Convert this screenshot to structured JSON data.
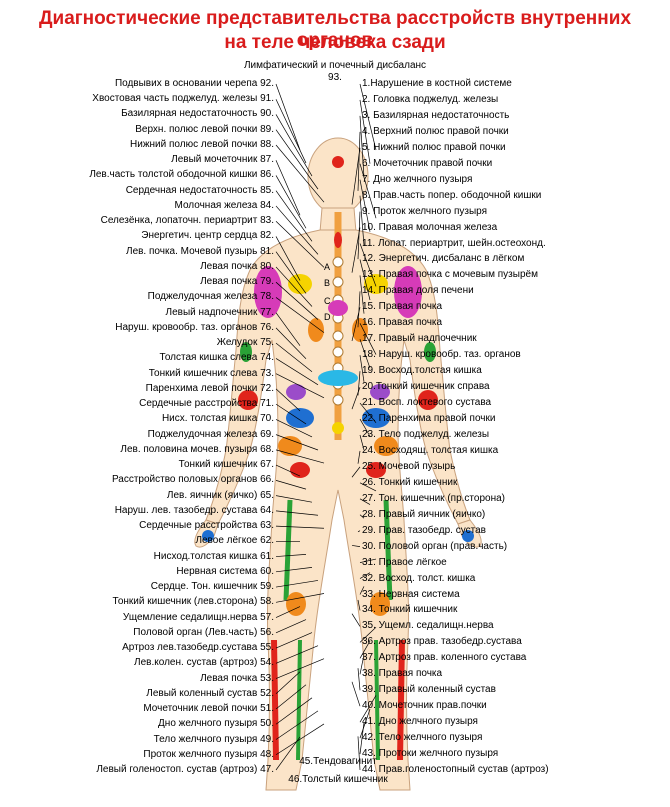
{
  "title": {
    "line1": "Диагностические представительства расстройств внутренних органов",
    "line2": "на теле человека сзади"
  },
  "top": {
    "line1": "Лимфатический и почечный дисбаланс",
    "line2": "93."
  },
  "spine_letters": [
    "А",
    "В",
    "С",
    "D"
  ],
  "colors": {
    "title": "#d91c1c",
    "skin": "#fbe4c8",
    "red": "#e0241b",
    "green": "#2aa236",
    "blue": "#1f6fd1",
    "magenta": "#d63bb8",
    "yellow": "#f5d300",
    "orange": "#f08a1c",
    "cyan": "#2ab8e6",
    "purple": "#9b4cc9"
  },
  "left_labels": [
    "Подвывих в основании черепа 92.",
    "Хвостовая часть поджелуд. железы 91.",
    "Базилярная недостаточность 90.",
    "Верхн. полюс левой почки 89.",
    "Нижний полюс левой почки 88.",
    "Левый мочеточник 87.",
    "Лев.часть толстой ободочной кишки 86.",
    "Сердечная недостаточность 85.",
    "Молочная железа 84.",
    "Селезёнка, лопаточн. периартрит 83.",
    "Энергетич. центр сердца 82.",
    "Лев. почка. Мочевой пузырь 81.",
    "Левая почка 80.",
    "Левая почка 79.",
    "Поджелудочная железа 78.",
    "Левый надпочечник 77.",
    "Наруш. кровообр. таз. органов 76.",
    "Желудок 75.",
    "Толстая кишка слева 74.",
    "Тонкий кишечник слева 73.",
    "Паренхима левой почки 72.",
    "Сердечные расстройства 71.",
    "Нисх. толстая кишка 70.",
    "Поджелудочная железа 69.",
    "Лев. половина мочев. пузыря 68.",
    "Тонкий кишечник 67.",
    "Расстройство половых органов 66.",
    "Лев. яичник (яичко) 65.",
    "Наруш. лев. тазобедр. сустава 64.",
    "Сердечные расстройства 63.",
    "Левое лёгкое 62.",
    "Нисход.толстая кишка 61.",
    "Нервная система 60.",
    "Сердце. Тон. кишечник 59.",
    "Тонкий кишечник (лев.сторона) 58.",
    "Ущемление седалищн.нерва 57.",
    "Половой орган (Лев.часть) 56.",
    "Артроз лев.тазобедр.сустава 55.",
    "Лев.колен. сустав (артроз) 54.",
    "Левая почка 53.",
    "Левый коленный сустав 52.",
    "Мочеточник левой почки 51.",
    "Дно желчного пузыря 50.",
    "Тело желчного пузыря 49.",
    "Проток желчного пузыря 48.",
    "Левый голеностоп. сустав (артроз) 47."
  ],
  "right_labels": [
    "1.Нарушение в костной системе",
    "2. Головка поджелуд. железы",
    "3. Базилярная недостаточность",
    "4. Верхний полюс правой почки",
    "5. Нижний полюс правой почки",
    "6. Мочеточник правой почки",
    "7. Дно желчного пузыря",
    "8. Прав.часть попер. ободочной кишки",
    "9. Проток желчного пузыря",
    "10. Правая молочная железа",
    "11. Лопат. периартрит, шейн.остеохонд.",
    "12. Энергетич. дисбаланс в лёгком",
    "13. Правая почка с мочевым пузырём",
    "14. Правая доля печени",
    "15. Правая почка",
    "16. Правая почка",
    "17. Правый надпочечник",
    "18. Наруш. кровообр. таз. органов",
    "19. Восход.толстая кишка",
    "20.Тонкий кишечник справа",
    "21. Восп. локтевого сустава",
    "22. Паренхима правой почки",
    "23. Тело поджелуд. железы",
    "24. Восходящ. толстая кишка",
    "25. Мочевой пузырь",
    "26. Тонкий кишечник",
    "27. Тон. кишечник (пр.сторона)",
    "28. Правый яичник  (яичко)",
    "29. Прав. тазобедр. сустав",
    "30. Половой орган (прав.часть)",
    "31. Правое лёгкое",
    "32. Восход. толст. кишка",
    "33. Нервная система",
    "34. Тонкий кишечник",
    "35. Ущемл. седалищн.нерва",
    "36. Артроз прав. тазобедр.сустава",
    "37. Артроз прав. коленного сустава",
    "38. Правая почка",
    "39. Правый коленный  сустав",
    "40. Мочеточник прав.почки",
    "41. Дно желчного пузыря",
    "42. Тело желчного пузыря",
    "43. Протоки желчного пузыря",
    "44. Прав.голеностопный сустав (артроз)"
  ],
  "bottom_labels": [
    "45.Тендовагинит",
    "46.Толстый кишечник"
  ]
}
